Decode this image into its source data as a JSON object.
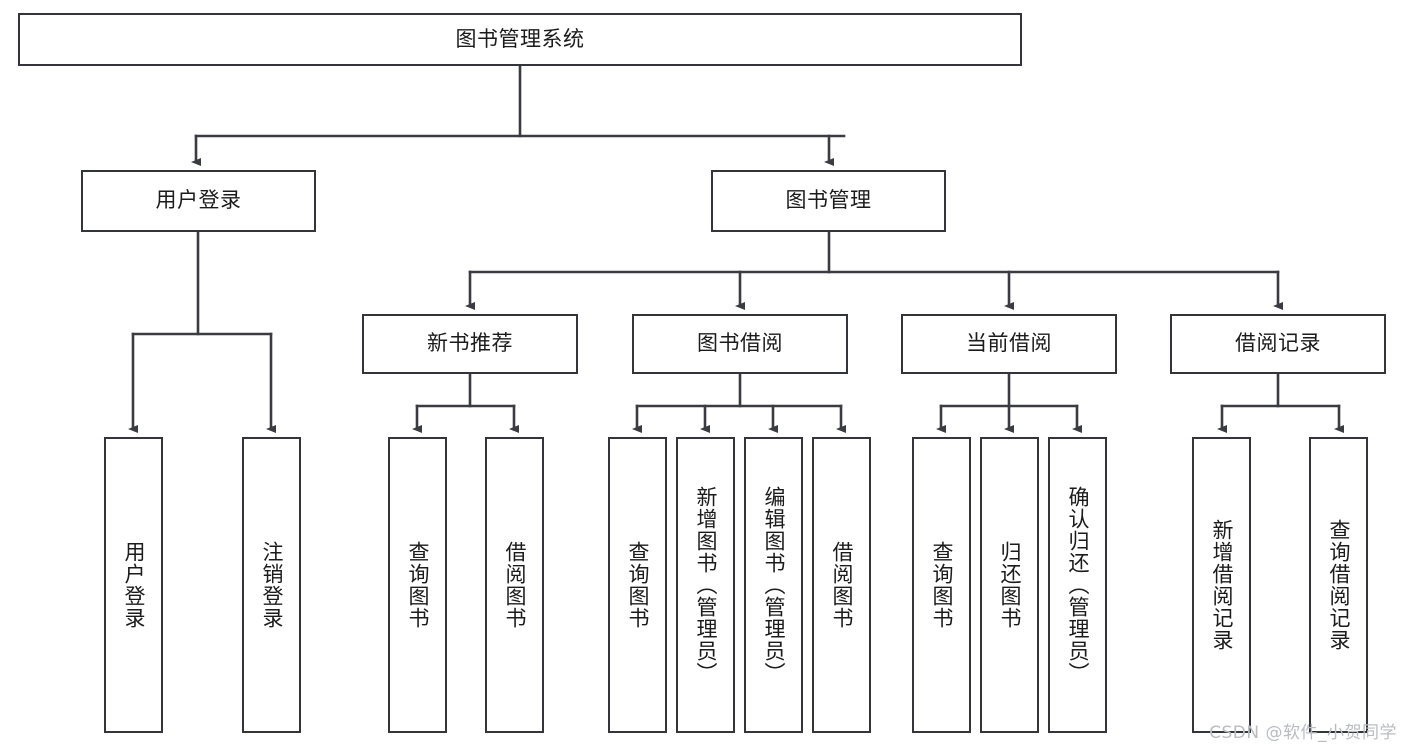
{
  "diagram": {
    "type": "tree",
    "title": "图书管理系统",
    "watermark": "CSDN @软件_小贺同学",
    "colors": {
      "box_border": "#33353a",
      "box_fill": "#ffffff",
      "connector": "#3a3c41",
      "text": "#1b1b1b",
      "watermark": "#b9bcc2",
      "background": "#ffffff"
    },
    "nodes": {
      "root": {
        "label": "图书管理系统",
        "orientation": "horizontal"
      },
      "level2": [
        {
          "id": "user-login",
          "label": "用户登录",
          "orientation": "horizontal"
        },
        {
          "id": "book-management",
          "label": "图书管理",
          "orientation": "horizontal"
        }
      ],
      "level3": [
        {
          "id": "new-book-recommend",
          "label": "新书推荐",
          "orientation": "horizontal"
        },
        {
          "id": "book-borrow",
          "label": "图书借阅",
          "orientation": "horizontal"
        },
        {
          "id": "current-borrow",
          "label": "当前借阅",
          "orientation": "horizontal"
        },
        {
          "id": "borrow-record",
          "label": "借阅记录",
          "orientation": "horizontal"
        }
      ],
      "leaves": [
        {
          "id": "leaf-user-login",
          "label": "用户登录",
          "parent": "user-login",
          "orientation": "vertical"
        },
        {
          "id": "leaf-user-logout",
          "label": "注销登录",
          "parent": "user-login",
          "orientation": "vertical"
        },
        {
          "id": "leaf-query-book-1",
          "label": "查询图书",
          "parent": "new-book-recommend",
          "orientation": "vertical"
        },
        {
          "id": "leaf-borrow-book-1",
          "label": "借阅图书",
          "parent": "new-book-recommend",
          "orientation": "vertical"
        },
        {
          "id": "leaf-query-book-2",
          "label": "查询图书",
          "parent": "book-borrow",
          "orientation": "vertical"
        },
        {
          "id": "leaf-add-book",
          "label": "新增图书（管理员）",
          "parent": "book-borrow",
          "orientation": "vertical"
        },
        {
          "id": "leaf-edit-book",
          "label": "编辑图书（管理员）",
          "parent": "book-borrow",
          "orientation": "vertical"
        },
        {
          "id": "leaf-borrow-book-2",
          "label": "借阅图书",
          "parent": "book-borrow",
          "orientation": "vertical"
        },
        {
          "id": "leaf-query-book-3",
          "label": "查询图书",
          "parent": "current-borrow",
          "orientation": "vertical"
        },
        {
          "id": "leaf-return-book",
          "label": "归还图书",
          "parent": "current-borrow",
          "orientation": "vertical"
        },
        {
          "id": "leaf-confirm-return",
          "label": "确认归还（管理员）",
          "parent": "current-borrow",
          "orientation": "vertical"
        },
        {
          "id": "leaf-add-record",
          "label": "新增借阅记录",
          "parent": "borrow-record",
          "orientation": "vertical"
        },
        {
          "id": "leaf-query-record",
          "label": "查询借阅记录",
          "parent": "borrow-record",
          "orientation": "vertical"
        }
      ]
    }
  }
}
